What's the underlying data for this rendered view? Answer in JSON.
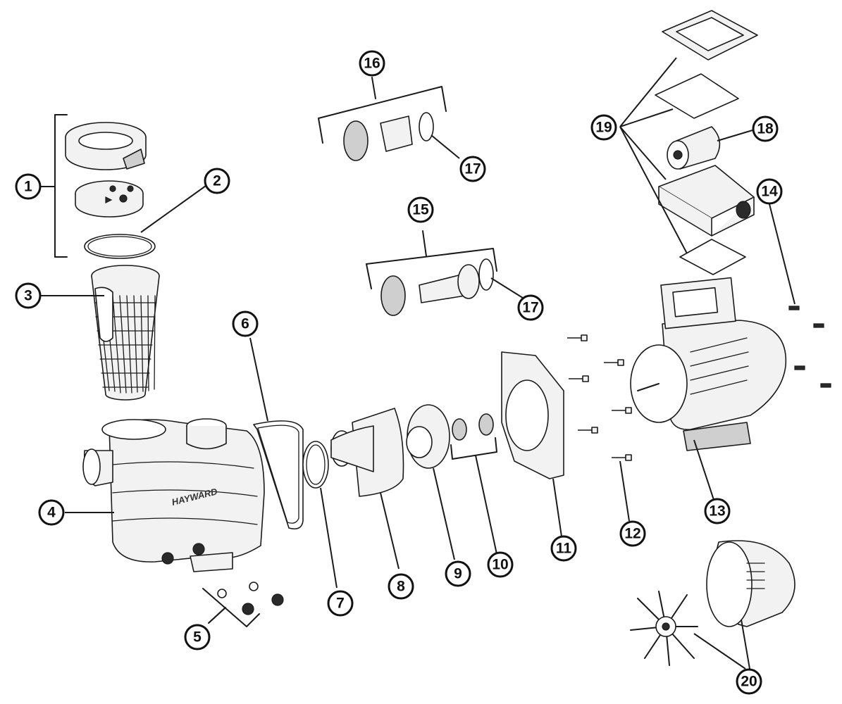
{
  "figure": {
    "title": "Pool pump exploded parts diagram",
    "brand_label": "HAYWARD",
    "callouts": [
      {
        "id": "c1",
        "label": "1"
      },
      {
        "id": "c2",
        "label": "2"
      },
      {
        "id": "c3",
        "label": "3"
      },
      {
        "id": "c4",
        "label": "4"
      },
      {
        "id": "c5",
        "label": "5"
      },
      {
        "id": "c6",
        "label": "6"
      },
      {
        "id": "c7",
        "label": "7"
      },
      {
        "id": "c8",
        "label": "8"
      },
      {
        "id": "c9",
        "label": "9"
      },
      {
        "id": "c10",
        "label": "10"
      },
      {
        "id": "c11",
        "label": "11"
      },
      {
        "id": "c12",
        "label": "12"
      },
      {
        "id": "c13",
        "label": "13"
      },
      {
        "id": "c14",
        "label": "14"
      },
      {
        "id": "c15",
        "label": "15"
      },
      {
        "id": "c16",
        "label": "16"
      },
      {
        "id": "c17a",
        "label": "17"
      },
      {
        "id": "c17b",
        "label": "17"
      },
      {
        "id": "c18",
        "label": "18"
      },
      {
        "id": "c19",
        "label": "19"
      },
      {
        "id": "c20",
        "label": "20"
      }
    ]
  }
}
